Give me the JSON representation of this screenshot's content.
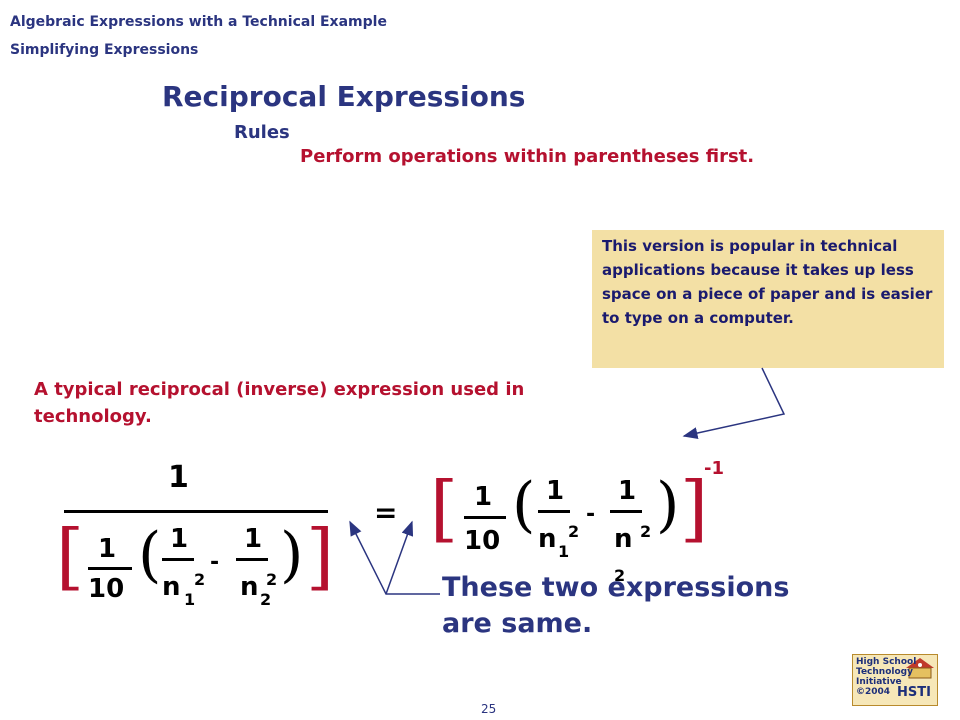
{
  "header": {
    "course": "Algebraic Expressions with a Technical Example",
    "section": "Simplifying Expressions"
  },
  "slide": {
    "title": "Reciprocal Expressions",
    "subtitle": "Rules",
    "rule": "Perform operations within parentheses first.",
    "note": "This version is popular in technical applications because it takes up less space on a piece of paper and is easier to type on a computer.",
    "caption": "A typical reciprocal (inverse) expression used in technology.",
    "conclusion": "These two expressions are same.",
    "page_number": "25"
  },
  "math": {
    "one": "1",
    "ten": "10",
    "n": "n",
    "sub1": "1",
    "sub2": "2",
    "sq": "2",
    "minus": "-",
    "equals": "=",
    "exponent": "-1",
    "lbracket": "[",
    "rbracket": "]",
    "lparen": "(",
    "rparen": ")"
  },
  "logo": {
    "line1": "High School",
    "line2": "Technology",
    "line3": "Initiative",
    "line4": "©2004",
    "mark": "HSTI"
  },
  "colors": {
    "header_blue": "#2b3580",
    "accent_red": "#b5112f",
    "note_bg": "#f3e0a5",
    "arrow": "#2b3580"
  }
}
